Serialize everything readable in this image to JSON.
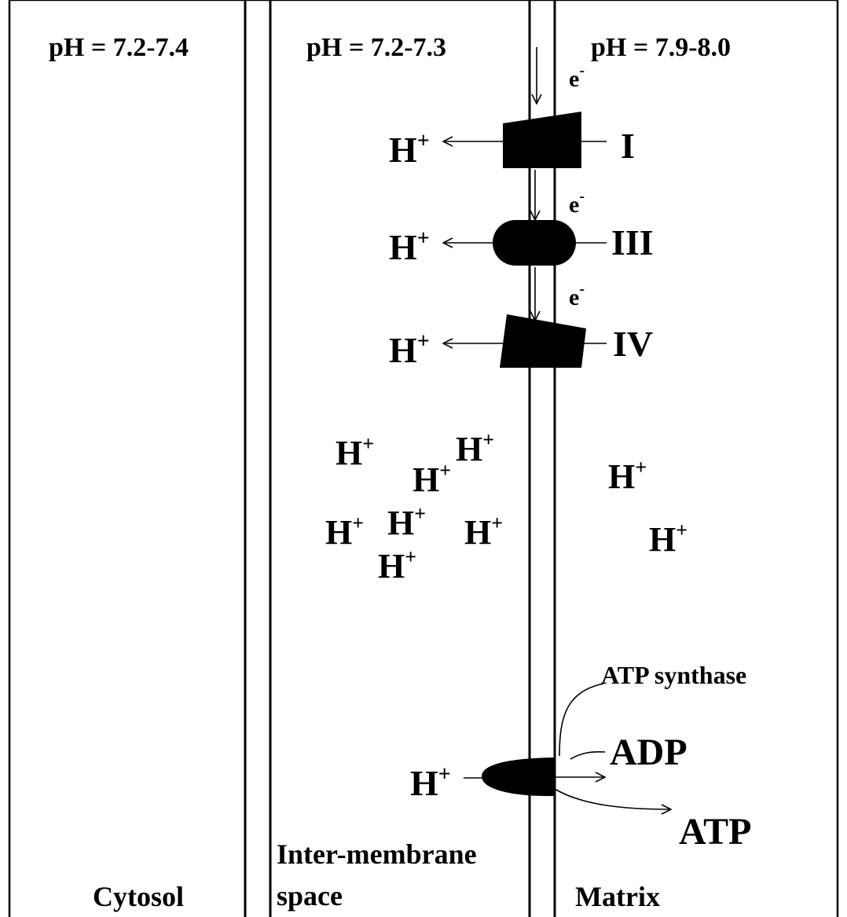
{
  "compartments": {
    "cytosol": {
      "ph_label": "pH = 7.2-7.4",
      "name": "Cytosol"
    },
    "intermembrane": {
      "ph_label": "pH = 7.2-7.3",
      "name_line1": "Inter-membrane",
      "name_line2": "space"
    },
    "matrix": {
      "ph_label": "pH = 7.9-8.0",
      "name": "Matrix"
    }
  },
  "electron_label": {
    "base": "e",
    "sup": "-"
  },
  "proton_label": {
    "base": "H",
    "sup": "+"
  },
  "complexes": [
    {
      "id": "I",
      "label": "I"
    },
    {
      "id": "III",
      "label": "III"
    },
    {
      "id": "IV",
      "label": "IV"
    }
  ],
  "atp_synthase": {
    "label": "ATP synthase",
    "substrate": "ADP",
    "product": "ATP"
  },
  "proton_counts": {
    "intermembrane_space": 7,
    "matrix": 2
  }
}
